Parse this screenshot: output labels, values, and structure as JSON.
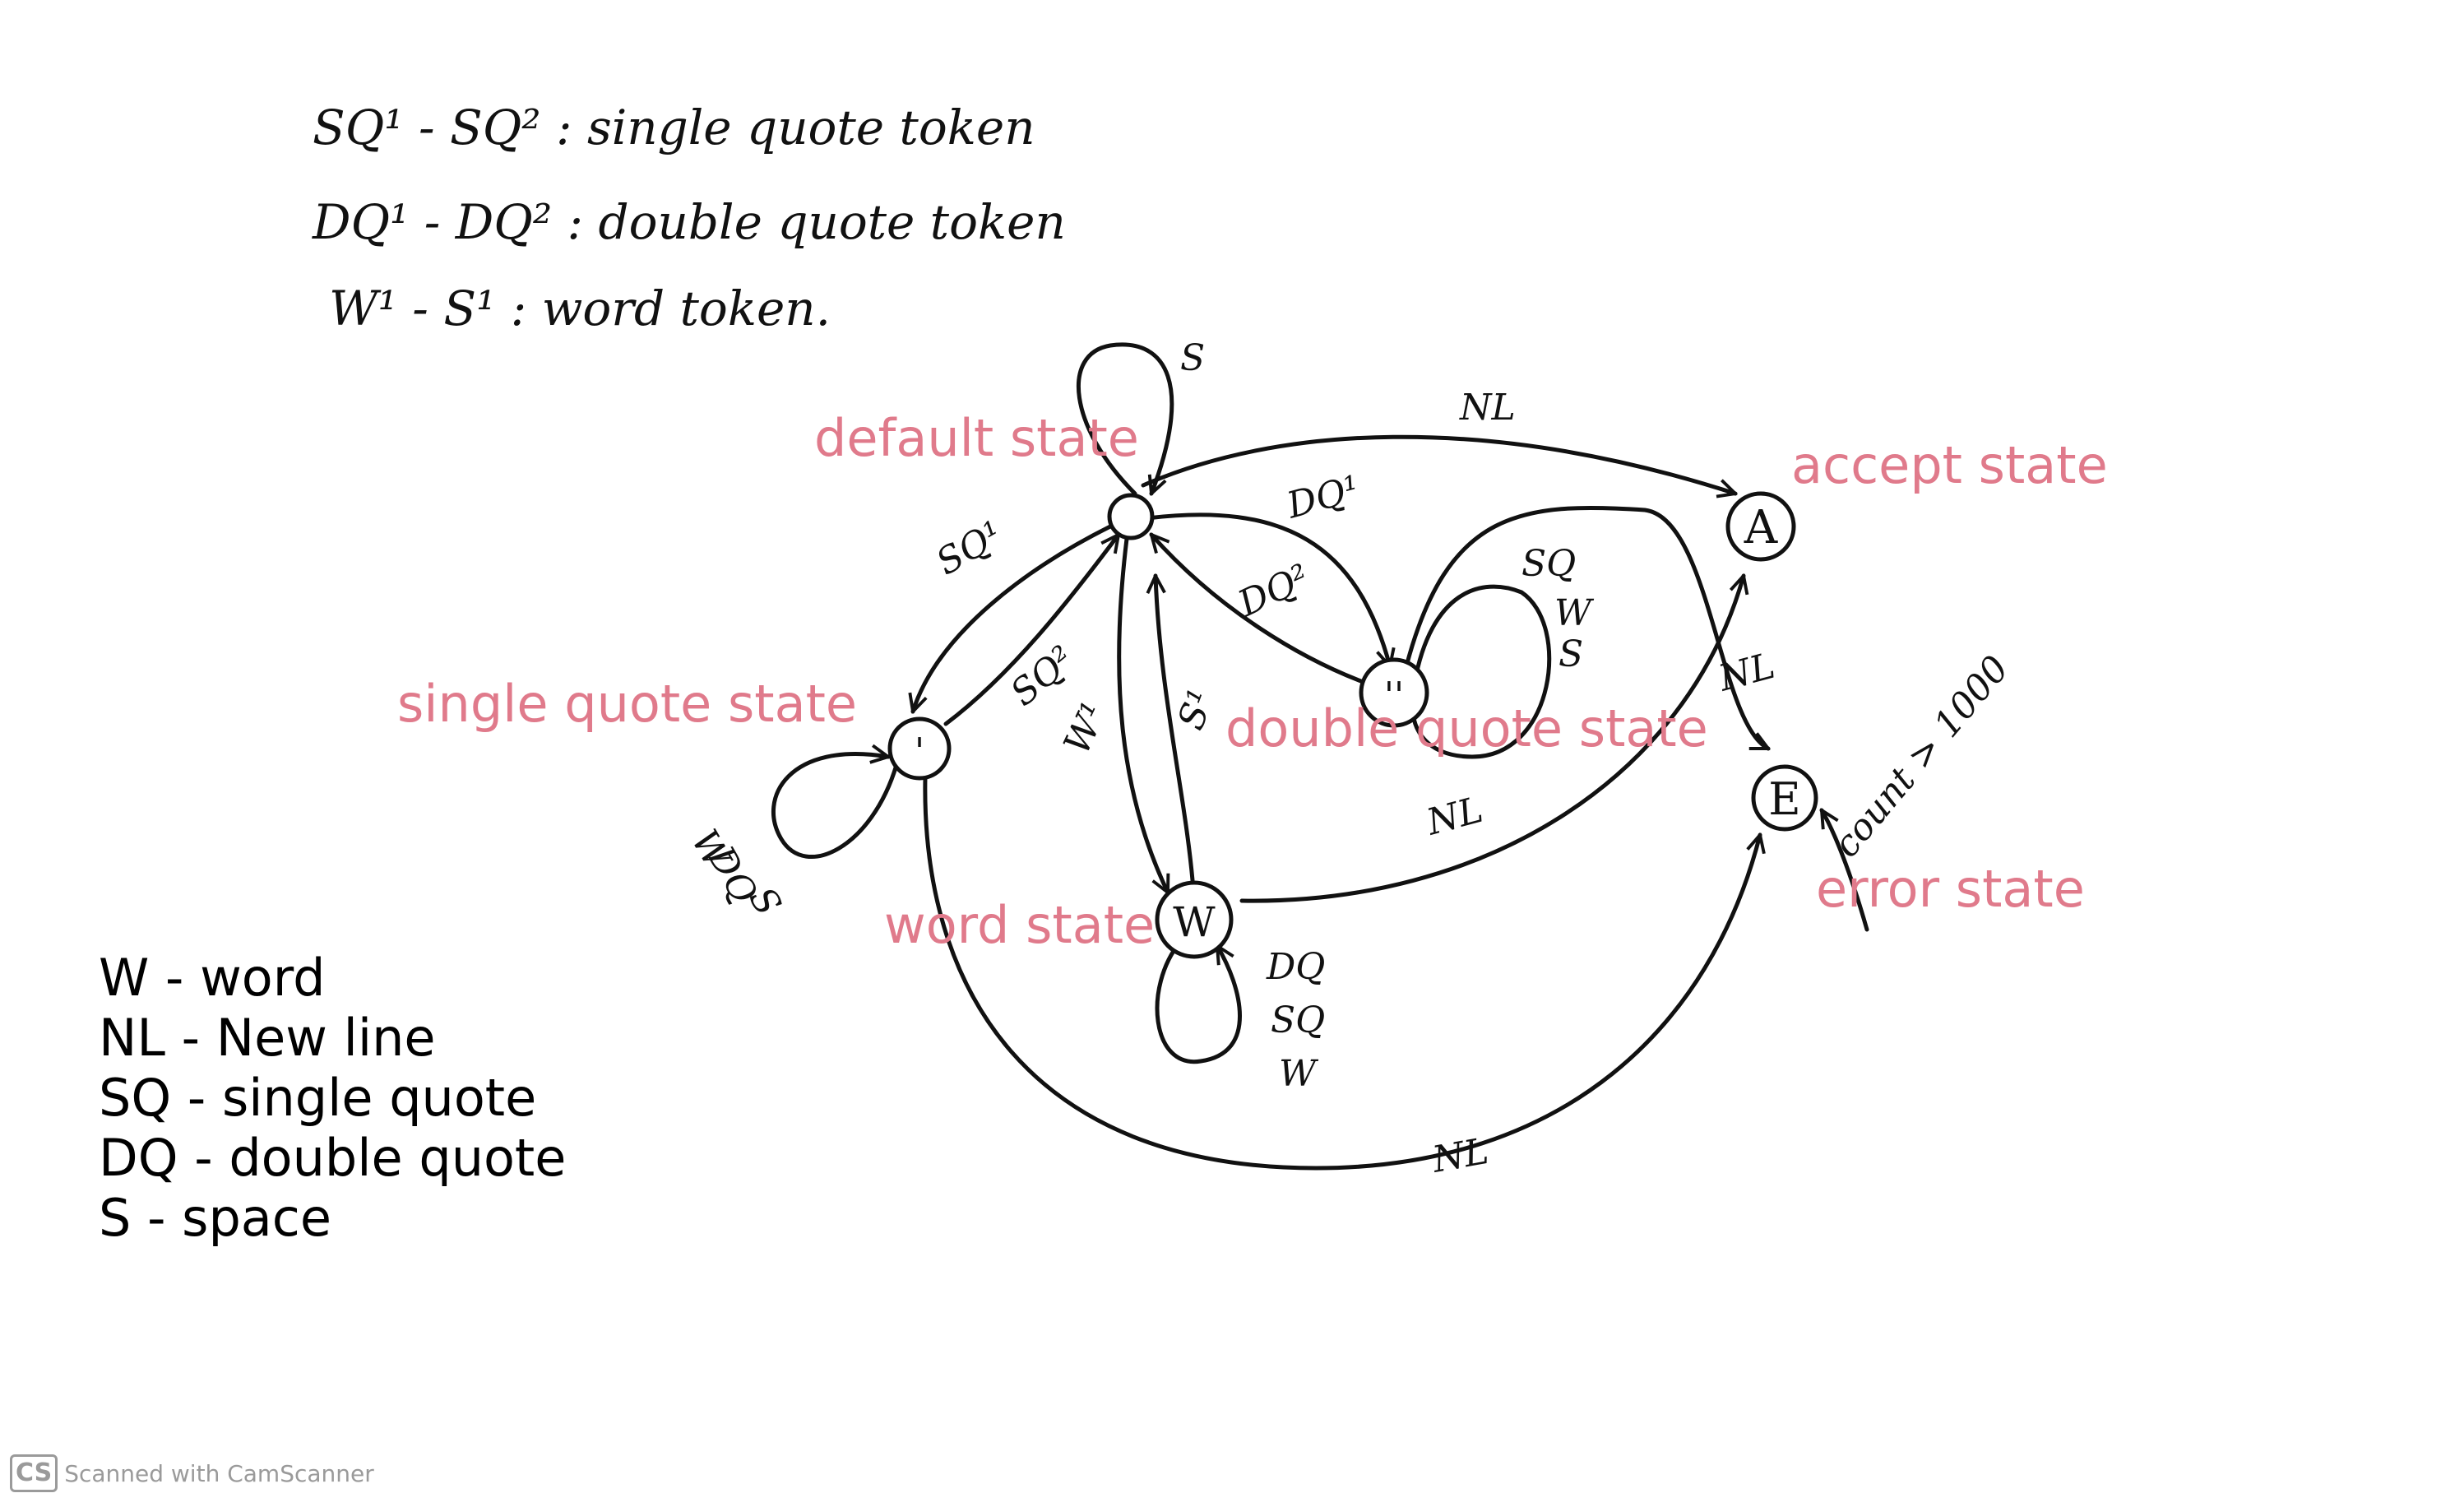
{
  "notes": [
    "SQ¹ - SQ² : single quote token",
    "DQ¹ - DQ² : double quote token",
    "W¹ - S¹  :  word token."
  ],
  "state_labels": {
    "default": "default state",
    "accept": "accept state",
    "single_quote": "single quote state",
    "double_quote": "double quote state",
    "word": "word state",
    "error": "error state"
  },
  "node_marks": {
    "accept": "A",
    "error": "E",
    "word": "W",
    "single_quote": "'",
    "double_quote": "''"
  },
  "edge_labels": {
    "default_loop": "S",
    "default_to_accept": "NL",
    "default_to_single": "SQ¹",
    "single_to_default": "SQ²",
    "default_to_double": "DQ¹",
    "double_to_default": "DQ²",
    "default_to_word": "W¹",
    "word_to_default": "S¹",
    "double_loop_1": "SQ",
    "double_loop_2": "W",
    "double_loop_3": "S",
    "double_to_error": "NL",
    "single_loop_1": "W",
    "single_loop_2": "DQ",
    "single_loop_3": "S",
    "word_loop_1": "DQ",
    "word_loop_2": "SQ",
    "word_loop_3": "W",
    "word_to_accept": "NL",
    "single_to_error": "NL",
    "count_to_error": "count > 1000"
  },
  "legend": [
    "W - word",
    "NL - New line",
    "SQ - single quote",
    "DQ - double quote",
    "S - space"
  ],
  "footer": {
    "logo": "CS",
    "text": "Scanned with CamScanner"
  },
  "colors": {
    "annotation": "#e07a8b",
    "ink": "#111111"
  }
}
